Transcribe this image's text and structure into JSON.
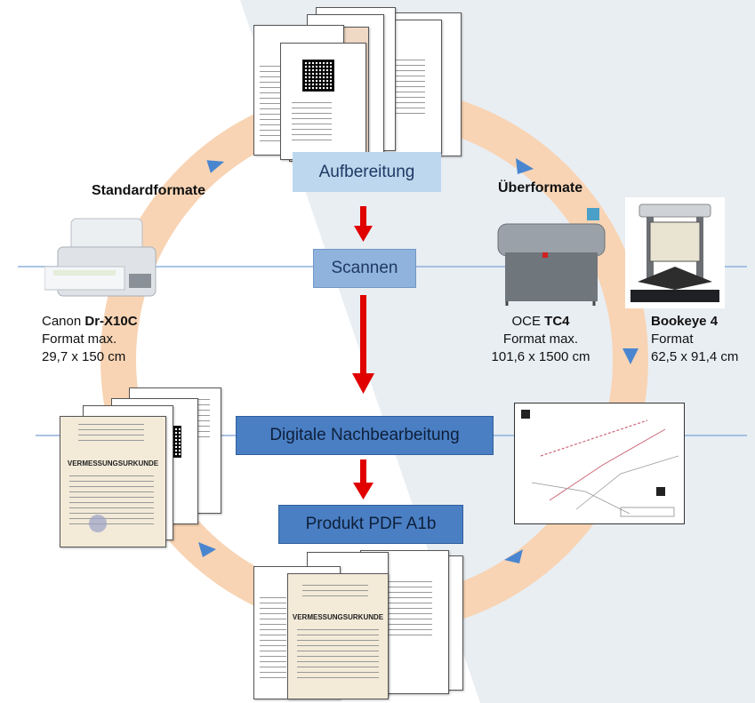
{
  "process": {
    "step1": "Aufbereitung",
    "step2": "Scannen",
    "step3": "Digitale Nachbearbeitung",
    "step4": "Produkt PDF A1b"
  },
  "headings": {
    "left": "Standardformate",
    "right": "Überformate"
  },
  "scanners": {
    "canon": {
      "brand": "Canon ",
      "model": "Dr-X10C",
      "line2": "Format max.",
      "line3": "29,7 x 150 cm"
    },
    "oce": {
      "brand": "OCE ",
      "model": "TC4",
      "line2": "Format max.",
      "line3": "101,6 x 1500 cm"
    },
    "bookeye": {
      "model": "Bookeye 4",
      "line2": "Format",
      "line3": "62,5 x 91,4 cm"
    }
  },
  "documents": {
    "certificate_title": "VERMESSUNGSURKUNDE"
  },
  "colors": {
    "ring": "#f8d4b4",
    "accent_arrow": "#e00000",
    "triangle": "#4a86d0",
    "guide_line": "#8db0dd",
    "background_panel": "#e9eef3"
  }
}
